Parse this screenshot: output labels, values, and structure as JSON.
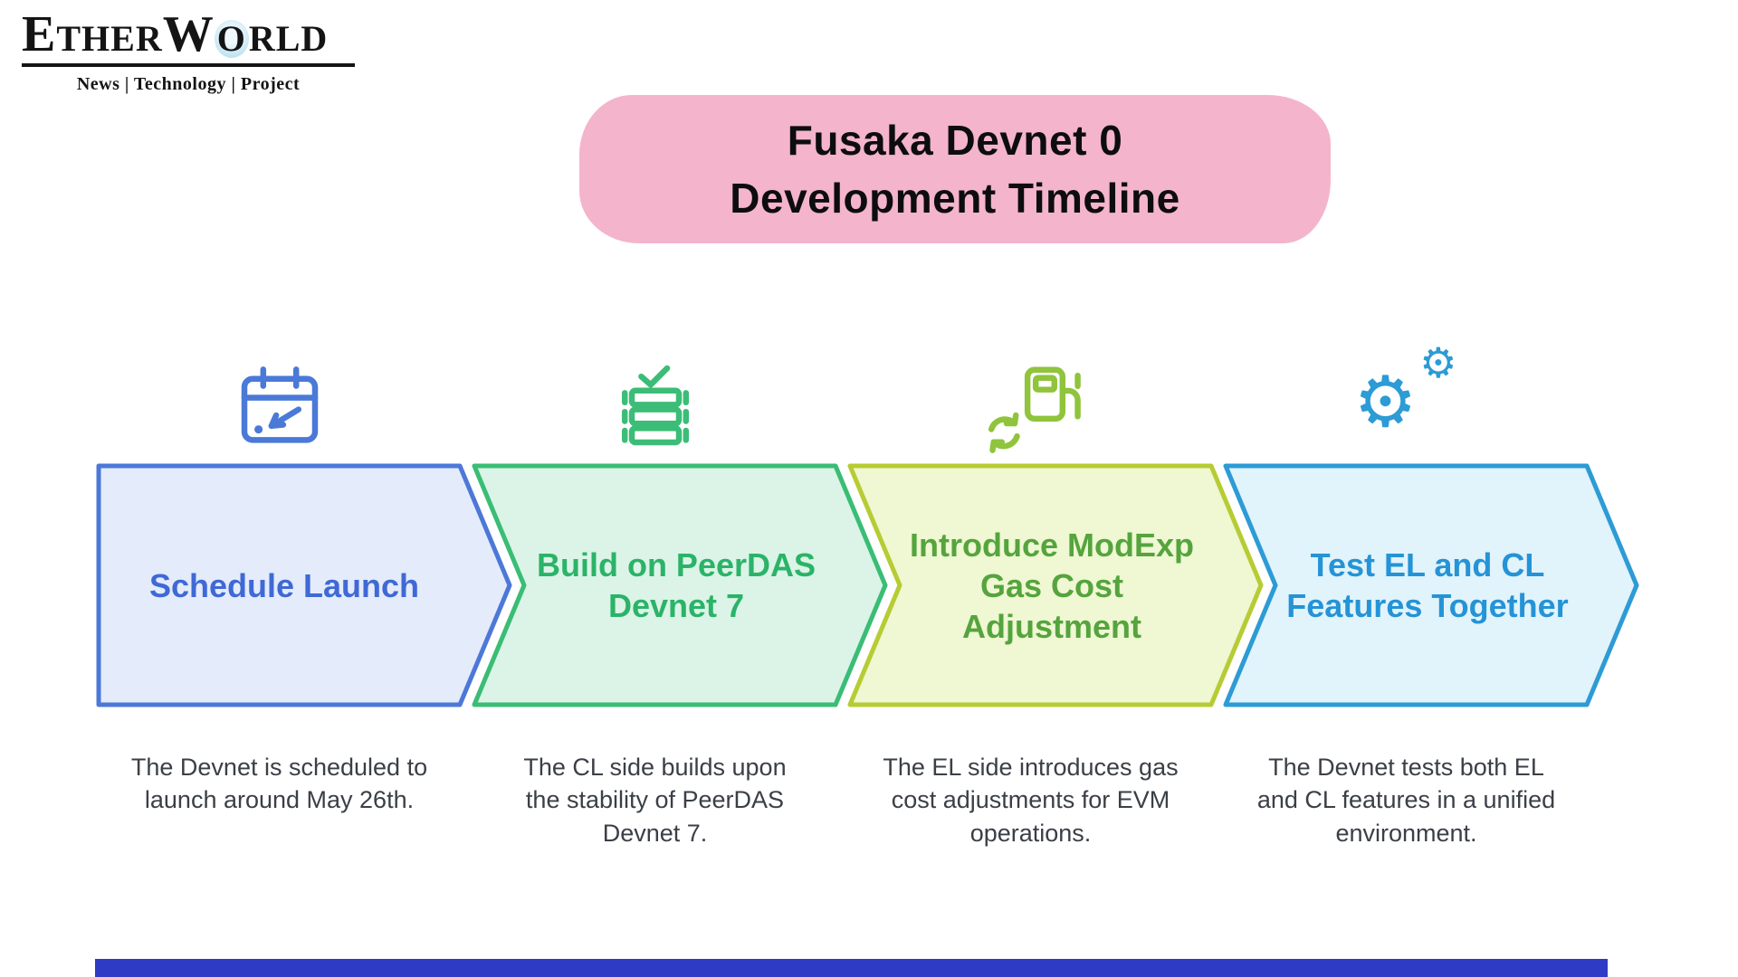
{
  "brand": {
    "name": "EtherWorld",
    "name_parts": {
      "e": "E",
      "ther": "THER",
      "w": "W",
      "o": "O",
      "rld": "RLD"
    },
    "tagline": "News | Technology | Project"
  },
  "title": {
    "line1": "Fusaka Devnet 0",
    "line2": "Development Timeline",
    "bg_color": "#f4b4cc"
  },
  "steps": [
    {
      "title": "Schedule Launch",
      "description": "The Devnet is scheduled to launch around May 26th.",
      "icon": "calendar-arrow-icon",
      "colors": {
        "fill": "#e4ebfa",
        "border": "#4d78d8",
        "text": "#3e69d6",
        "icon": "#4a79d8"
      }
    },
    {
      "title": "Build on PeerDAS Devnet 7",
      "description": "The CL side builds upon the stability of PeerDAS Devnet 7.",
      "icon": "server-stack-check-icon",
      "colors": {
        "fill": "#dbf4e7",
        "border": "#3abd75",
        "text": "#2bb368",
        "icon": "#3cbd77"
      }
    },
    {
      "title": "Introduce ModExp Gas Cost Adjustment",
      "description": "The EL side introduces gas cost adjustments for EVM operations.",
      "icon": "gas-pump-refresh-icon",
      "colors": {
        "fill": "#eff7d3",
        "border": "#b7cc34",
        "text": "#55a43d",
        "icon": "#8fc43c"
      }
    },
    {
      "title": "Test EL and CL Features Together",
      "description": "The Devnet tests both EL and CL features in a unified environment.",
      "icon": "gears-icon",
      "colors": {
        "fill": "#e1f3fb",
        "border": "#2d9bd5",
        "text": "#2593d6",
        "icon": "#2d9bd5"
      }
    }
  ],
  "footer": {
    "bar_color": "#2e3bc5"
  }
}
